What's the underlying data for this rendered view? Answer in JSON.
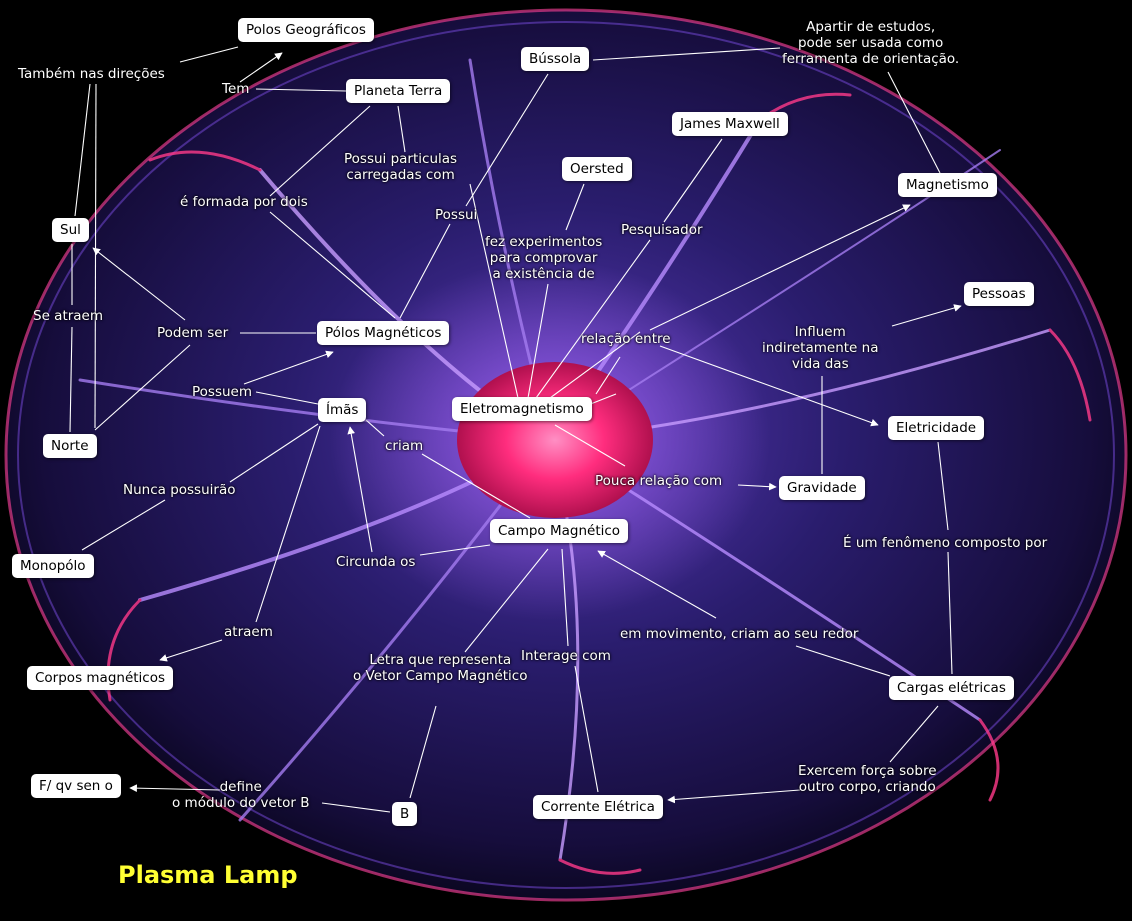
{
  "title": "Plasma Lamp",
  "concepts": {
    "polos_geo": "Polos Geográficos",
    "planeta": "Planeta Terra",
    "bussola": "Bússola",
    "maxwell": "James Maxwell",
    "oersted": "Oersted",
    "magnetismo": "Magnetismo",
    "pessoas": "Pessoas",
    "sul": "Sul",
    "polos_mag": "Pólos Magnéticos",
    "imas": "Ímãs",
    "eletromag": "Eletromagnetismo",
    "eletricidade": "Eletricidade",
    "gravidade": "Gravidade",
    "norte": "Norte",
    "campo": "Campo Magnético",
    "monopolo": "Monopólo",
    "corpos": "Corpos magnéticos",
    "cargas": "Cargas elétricas",
    "formula": "F/ qv sen o",
    "b": "B",
    "corrente": "Corrente Elétrica"
  },
  "linking_phrases": {
    "tambem": "Também nas direções",
    "tem": "Tem",
    "apartir": "Apartir de estudos,\npode ser usada como\nferramenta de orientação.",
    "possui_part": "Possui particulas\ncarregadas com",
    "formada": "é formada por dois",
    "possui": "Possui",
    "fez_exp": "fez experimentos\npara comprovar\na existência de",
    "pesquisador": "Pesquisador",
    "se_atraem": "Se atraem",
    "podem_ser": "Podem ser",
    "relacao": "relação entre",
    "influem": "Influem\nindiretamente na\nvida das",
    "possuem": "Possuem",
    "criam": "criam",
    "pouca": "Pouca relação com",
    "nunca": "Nunca possuirão",
    "fenomeno": "É um fenômeno composto por",
    "circunda": "Circunda os",
    "atraem": "atraem",
    "movimento": "em movimento, criam ao seu redor",
    "letra": "Letra que representa\no Vetor Campo Magnético",
    "interage": "Interage com",
    "define": "define\no módulo do vetor B",
    "exercem": "Exercem força sobre\noutro corpo, criando"
  },
  "colors": {
    "background": "#000000",
    "node_fill": "#ffffff",
    "link_line": "#ffffff",
    "title": "#ffff33",
    "plasma_core": "#ff3a8a",
    "plasma_glow": "#6b3fd6"
  }
}
